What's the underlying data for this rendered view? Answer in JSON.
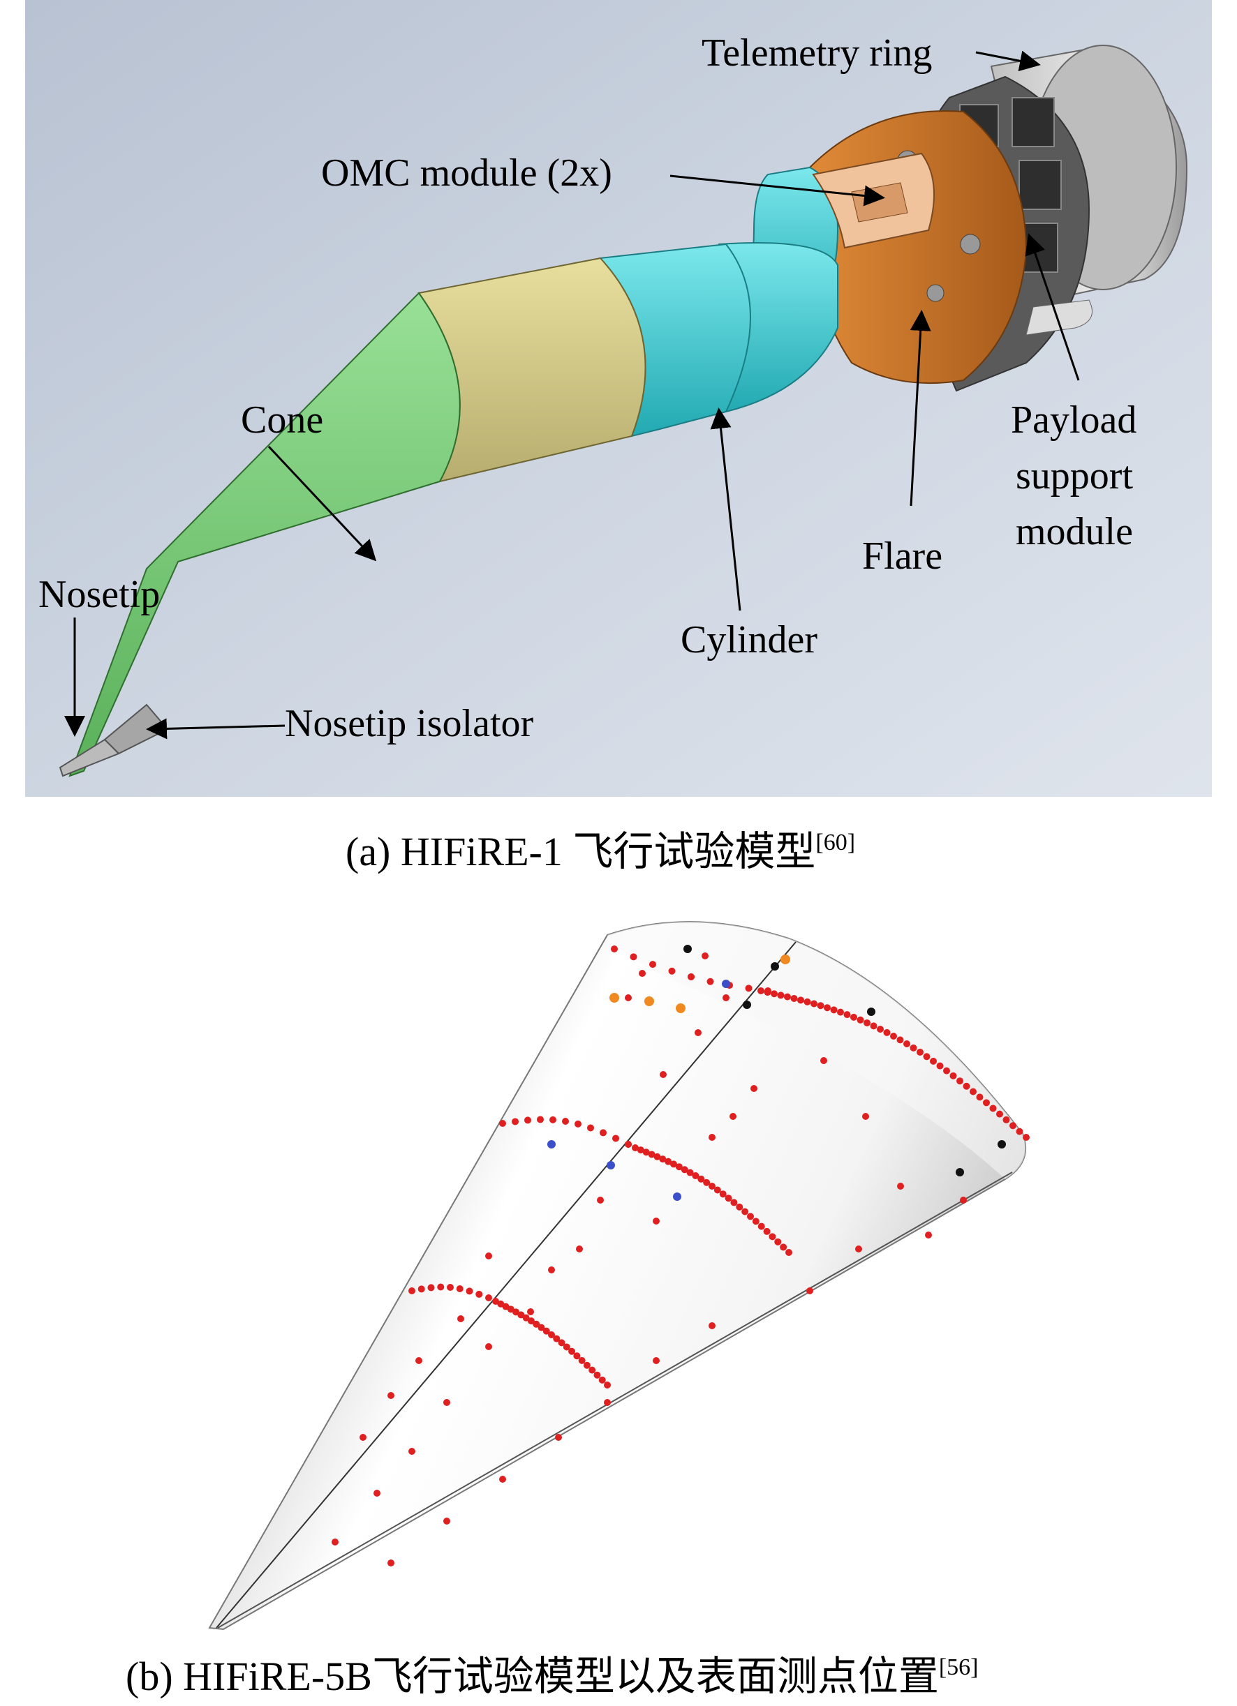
{
  "figure_a": {
    "labels": {
      "telemetry_ring": "Telemetry ring",
      "omc_module": "OMC module (2x)",
      "cone": "Cone",
      "payload_line1": "Payload",
      "payload_line2": "support",
      "payload_line3": "module",
      "flare": "Flare",
      "nosetip": "Nosetip",
      "cylinder": "Cylinder",
      "nosetip_isolator": "Nosetip isolator"
    },
    "caption": "(a) HIFiRE-1 飞行试验模型",
    "caption_ref": "[60]"
  },
  "figure_b": {
    "caption": "(b) HIFiRE-5B飞行试验模型以及表面测点位置",
    "caption_ref": "[56]"
  },
  "colors": {
    "background_a": "#c9d2df",
    "cone_green": "#7cd07a",
    "cylinder_khaki": "#d9cf8c",
    "flare_cyan": "#3fcfd6",
    "payload_orange": "#c8742a",
    "telemetry_gray": "#d8d8d8",
    "sensor_red": "#e02020",
    "sensor_orange": "#f08a20",
    "sensor_blue": "#3a4fc8",
    "sensor_black": "#111111"
  }
}
